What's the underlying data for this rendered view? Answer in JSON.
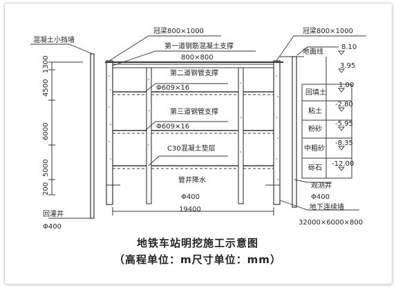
{
  "labels": {
    "small_retaining_wall": "混凝土小挡墙",
    "crown_beam_left": "冠梁800×1000",
    "crown_beam_right": "冠梁800×1000",
    "strut1_name": "第一道钢筋混凝土支撑",
    "strut1_size": "800×800",
    "strut2_name": "第二道钢管支撑",
    "strut2_size": "Φ609×16",
    "strut3_name": "第三道钢管支撑",
    "strut3_size": "Φ609×16",
    "cushion": "C30混凝土垫层",
    "dewatering_well": "管井降水",
    "dewatering_size": "Φ400",
    "recharge_well": "回灌井",
    "recharge_size": "Φ400",
    "observation_well": "观测井",
    "observation_size": "Φ400",
    "diaphragm_wall": "地下连续墙",
    "diaphragm_size": "32000×6000×800",
    "width": "19400",
    "ground_line": "地面线"
  },
  "depths": [
    "1300",
    "4500",
    "6000",
    "5000",
    "200"
  ],
  "soil_layers": [
    {
      "name": "回填土",
      "elevation": "1.00"
    },
    {
      "name": "粘土",
      "elevation": "-2.80"
    },
    {
      "name": "粉砂",
      "elevation": "-5.95"
    },
    {
      "name": "中粗砂",
      "elevation": "-8.35"
    },
    {
      "name": "砾石",
      "elevation": "-12.00"
    }
  ],
  "elevations": {
    "ground": "8.10",
    "top_layer": "3.95"
  },
  "title": "地铁车站明挖施工示意图",
  "subtitle": "（高程单位：m尺寸单位：mm）"
}
